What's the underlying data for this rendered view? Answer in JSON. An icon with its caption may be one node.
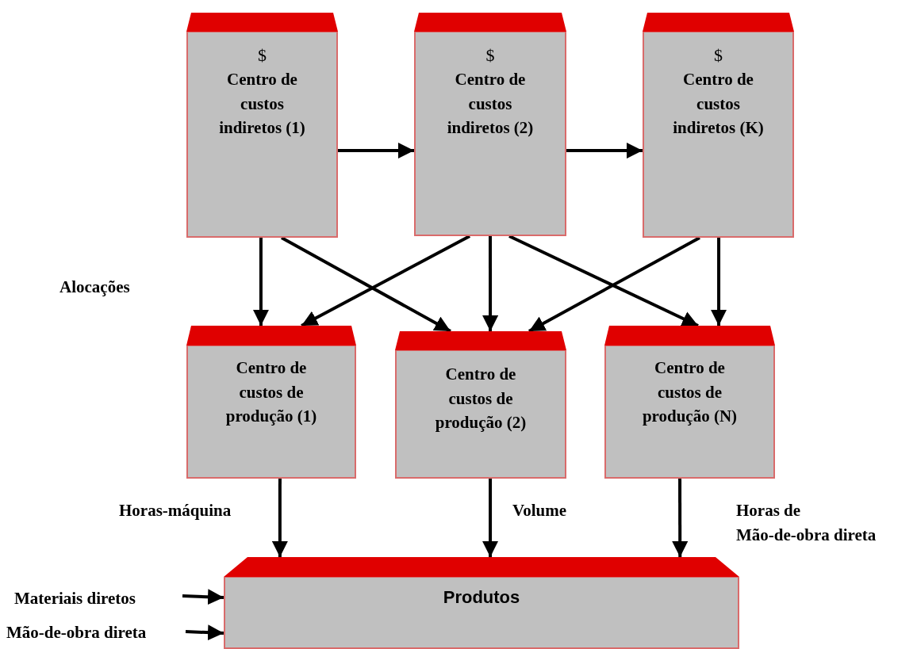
{
  "diagram": {
    "nodes": [
      {
        "text": [
          "$",
          "Centro de custos indiretos (1)"
        ]
      },
      {
        "text": [
          "$",
          "Centro de custos indiretos (2)"
        ]
      },
      {
        "text": [
          "$",
          "Centro de custos indiretos (K)"
        ]
      },
      {
        "text": [
          "Centro de custos de produção (1)"
        ]
      },
      {
        "text": [
          "Centro de custos de produção (2)"
        ]
      },
      {
        "text": [
          "Centro de custos de produção (N)"
        ]
      },
      {
        "text": [
          "Produtos"
        ]
      },
      {
        "text": [
          "Materiais diretos"
        ]
      },
      {
        "text": [
          "Mão-de-obra direta"
        ]
      }
    ],
    "edges": [
      {
        "from": 0,
        "to": 1,
        "arrow": "to"
      },
      {
        "from": 1,
        "to": 2,
        "arrow": "to"
      },
      {
        "from": 0,
        "to": 3,
        "arrow": "to"
      },
      {
        "from": 0,
        "to": 4,
        "arrow": "to"
      },
      {
        "from": 1,
        "to": 3,
        "arrow": "to"
      },
      {
        "from": 1,
        "to": 4,
        "arrow": "to"
      },
      {
        "from": 1,
        "to": 5,
        "arrow": "to"
      },
      {
        "from": 2,
        "to": 4,
        "arrow": "to"
      },
      {
        "from": 2,
        "to": 5,
        "arrow": "to"
      },
      {
        "from": 3,
        "to": 6,
        "arrow": "to",
        "label": "Horas-máquina"
      },
      {
        "from": 4,
        "to": 6,
        "arrow": "to",
        "label": "Volume"
      },
      {
        "from": 5,
        "to": 6,
        "arrow": "to",
        "label": "Horas de Mão-de-obra direta"
      },
      {
        "from": 7,
        "to": 6,
        "arrow": "to"
      },
      {
        "from": 8,
        "to": 6,
        "arrow": "to"
      }
    ],
    "labels": [
      "Alocações"
    ]
  }
}
